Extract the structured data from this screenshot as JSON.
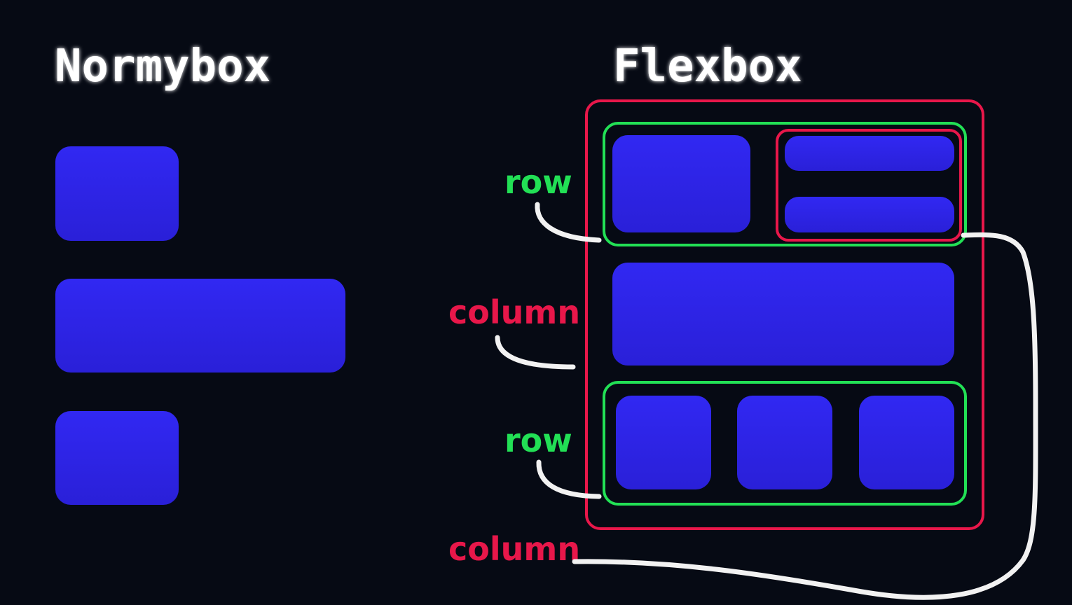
{
  "titles": {
    "left": "Normybox",
    "right": "Flexbox"
  },
  "labels": {
    "row_top": "row",
    "column_mid": "column",
    "row_bottom": "row",
    "column_bottom": "column"
  },
  "colors": {
    "background": "#060a14",
    "box_fill": "#2d24e8",
    "row_border": "#22e055",
    "column_border": "#e8174a",
    "arrow": "#f2f2f2",
    "title": "#ffffff"
  }
}
